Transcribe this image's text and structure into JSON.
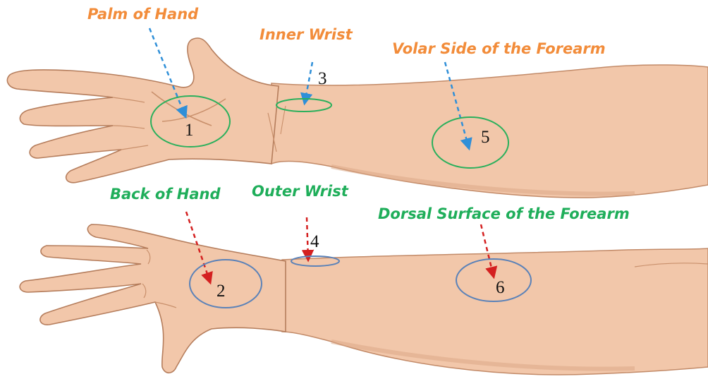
{
  "colors": {
    "skin": "#f2c7aa",
    "skin_shade": "#d9a583",
    "skin_outline": "#b57d5c",
    "label_palm_side": "#f28c3a",
    "label_back_side": "#1fae5a",
    "arrow_palm_side": "#2f8fd8",
    "arrow_back_side": "#d42020",
    "circle_palm_side": "#2ab05c",
    "circle_back_side": "#5b82b8"
  },
  "labels": {
    "palm_of_hand": "Palm of Hand",
    "inner_wrist": "Inner Wrist",
    "volar_forearm": "Volar Side of the Forearm",
    "back_of_hand": "Back of Hand",
    "outer_wrist": "Outer Wrist",
    "dorsal_forearm": "Dorsal Surface of the Forearm"
  },
  "sites": {
    "n1": "1",
    "n2": "2",
    "n3": "3",
    "n4": "4",
    "n5": "5",
    "n6": "6"
  }
}
